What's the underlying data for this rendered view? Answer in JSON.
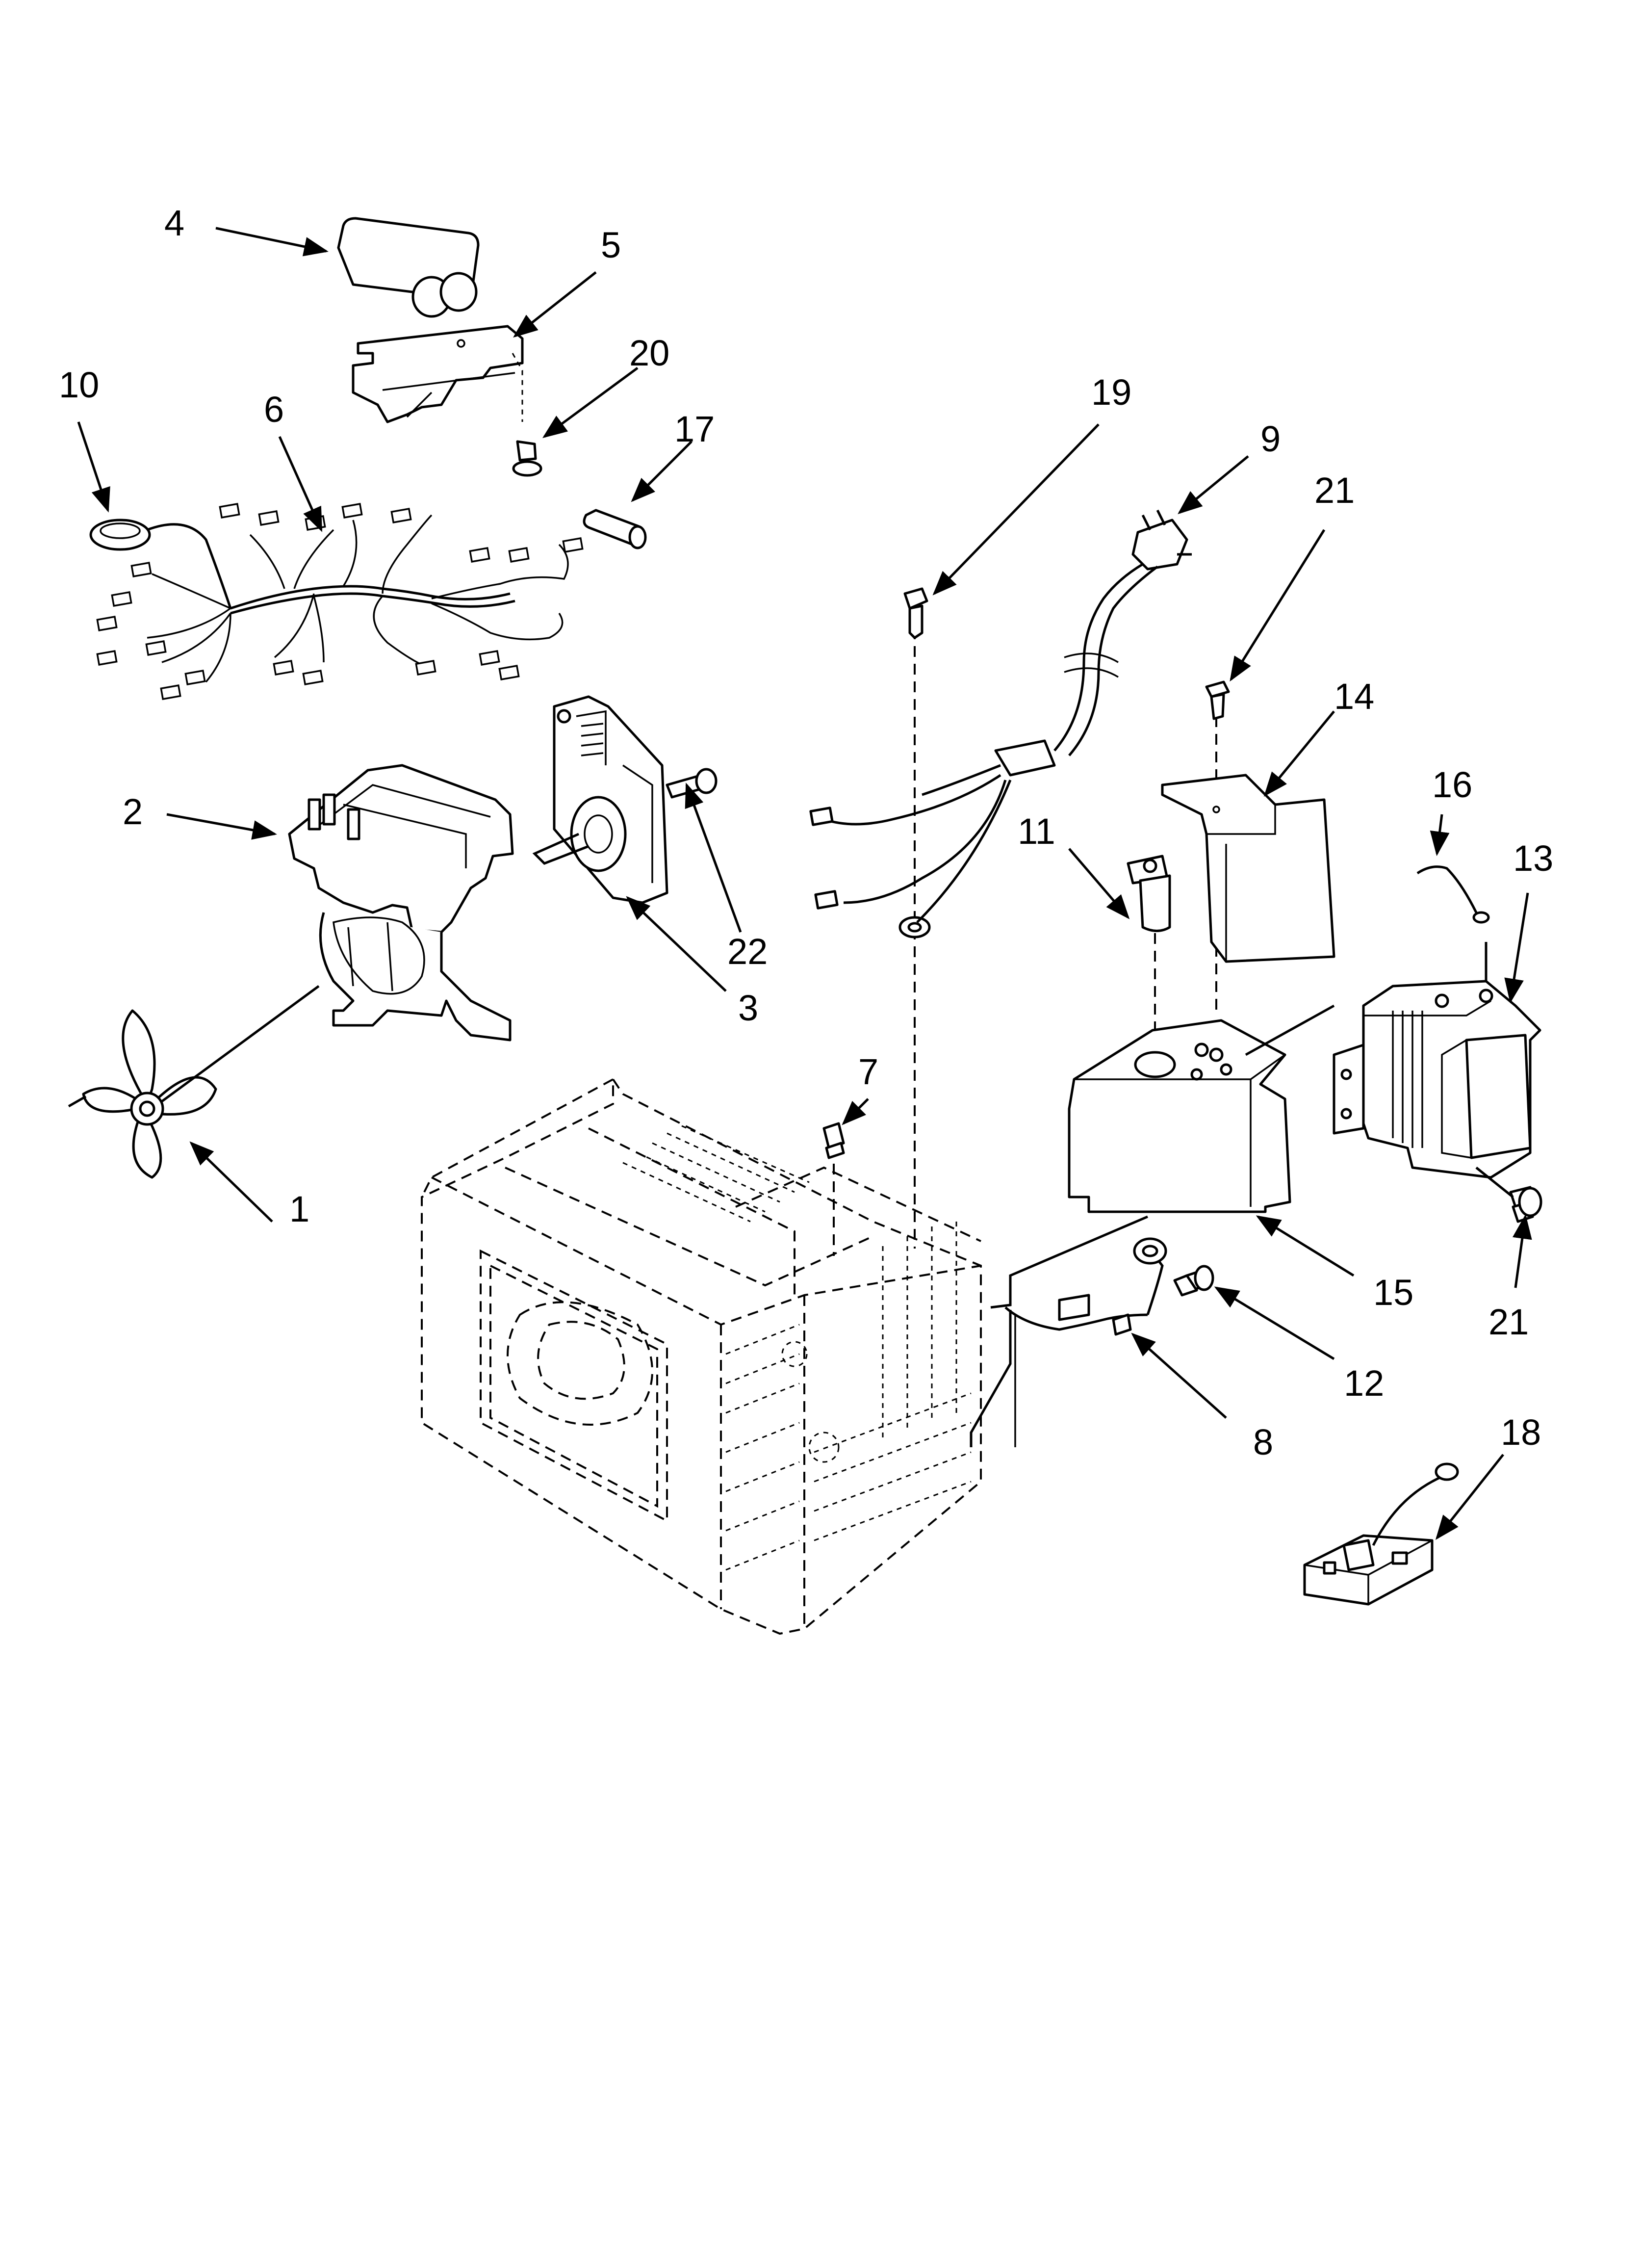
{
  "callouts": [
    {
      "id": "c1",
      "text": "1"
    },
    {
      "id": "c2",
      "text": "2"
    },
    {
      "id": "c3",
      "text": "3"
    },
    {
      "id": "c4",
      "text": "4"
    },
    {
      "id": "c5",
      "text": "5"
    },
    {
      "id": "c6",
      "text": "6"
    },
    {
      "id": "c7",
      "text": "7"
    },
    {
      "id": "c8",
      "text": "8"
    },
    {
      "id": "c9",
      "text": "9"
    },
    {
      "id": "c10",
      "text": "10"
    },
    {
      "id": "c11",
      "text": "11"
    },
    {
      "id": "c12",
      "text": "12"
    },
    {
      "id": "c13",
      "text": "13"
    },
    {
      "id": "c14",
      "text": "14"
    },
    {
      "id": "c15",
      "text": "15"
    },
    {
      "id": "c16",
      "text": "16"
    },
    {
      "id": "c17",
      "text": "17"
    },
    {
      "id": "c18",
      "text": "18"
    },
    {
      "id": "c19",
      "text": "19"
    },
    {
      "id": "c20",
      "text": "20"
    },
    {
      "id": "c21a",
      "text": "21"
    },
    {
      "id": "c21b",
      "text": "21"
    },
    {
      "id": "c22",
      "text": "22"
    }
  ]
}
